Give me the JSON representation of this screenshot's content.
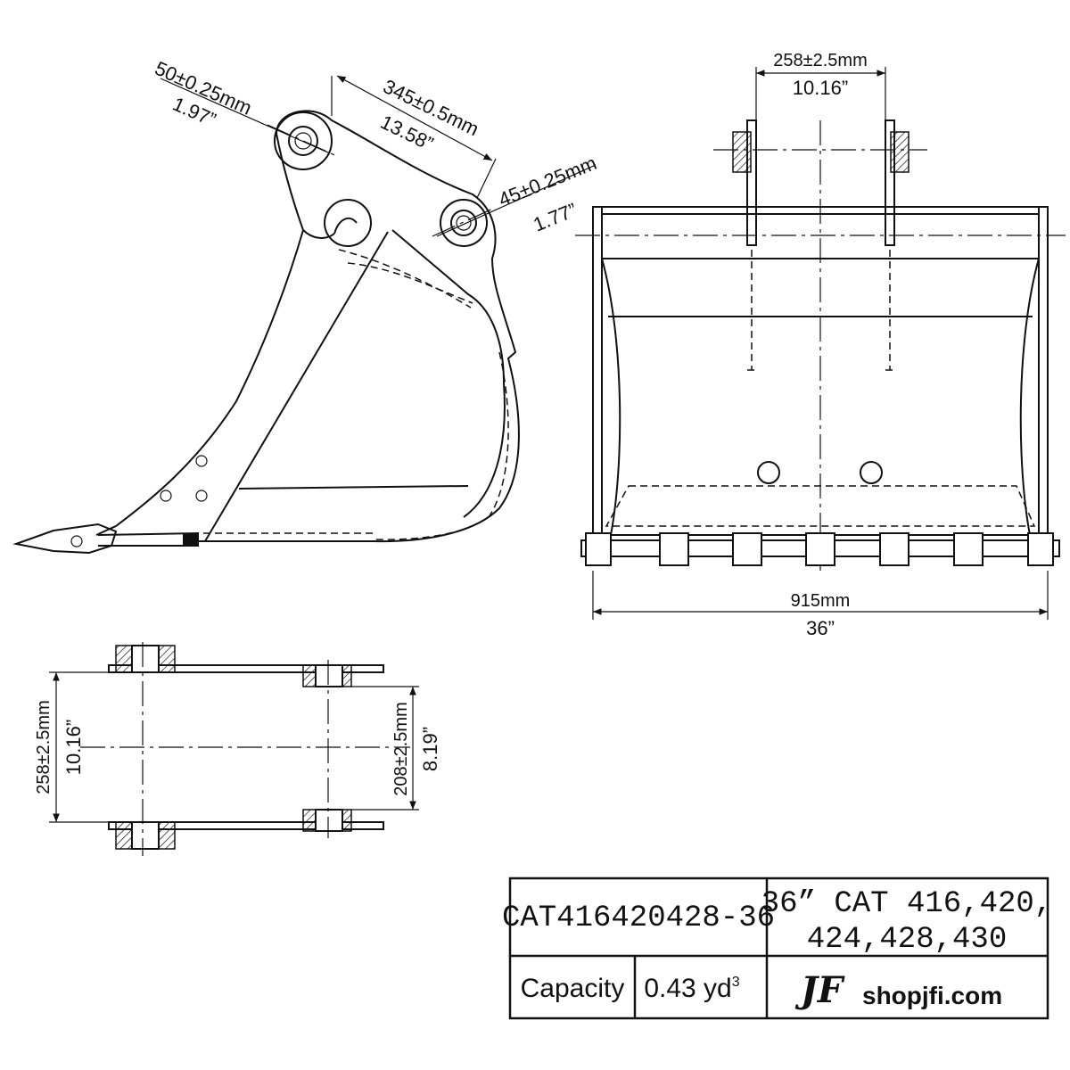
{
  "side_view": {
    "pin1_dim_mm": "50±0.25mm",
    "pin1_dim_in": "1.97”",
    "pin_spacing_mm": "345±0.5mm",
    "pin_spacing_in": "13.58”",
    "pin2_dim_mm": "45±0.25mm",
    "pin2_dim_in": "1.77”"
  },
  "front_view": {
    "ear_spacing_mm": "258±2.5mm",
    "ear_spacing_in": "10.16”",
    "width_mm": "915mm",
    "width_in": "36”"
  },
  "top_view": {
    "outer_spacing_mm": "258±2.5mm",
    "outer_spacing_in": "10.16”",
    "inner_spacing_mm": "208±2.5mm",
    "inner_spacing_in": "8.19”"
  },
  "title_block": {
    "part_number": "CAT416420428-36",
    "description_line1": "36” CAT 416,420,",
    "description_line2": "424,428,430",
    "capacity_label": "Capacity",
    "capacity_value": "0.43 yd",
    "capacity_unit_sup": "3",
    "logo_mark": "JF",
    "logo_text": "shopjfi.com"
  }
}
